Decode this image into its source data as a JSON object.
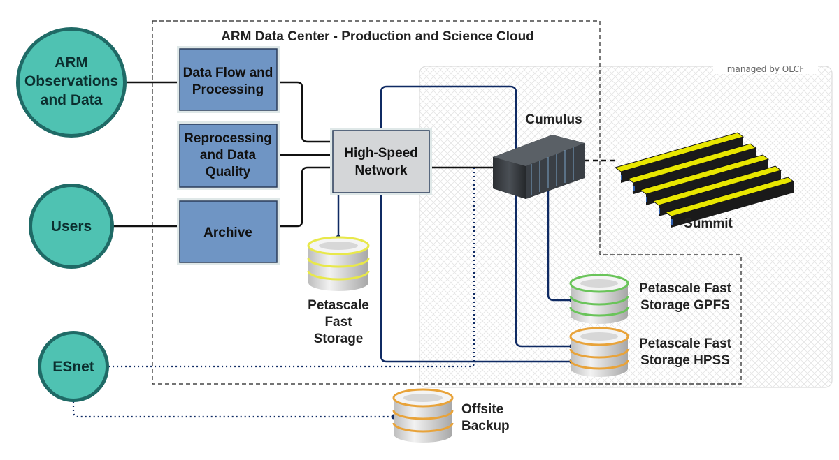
{
  "title": "ARM Data Center - Production and Science Cloud",
  "managed_label": "managed by OLCF",
  "external": {
    "arm": [
      "ARM",
      "Observations",
      "and Data"
    ],
    "users": [
      "Users"
    ],
    "esnet": [
      "ESnet"
    ]
  },
  "processing": {
    "data_flow": [
      "Data Flow and",
      "Processing"
    ],
    "reprocessing": [
      "Reprocessing",
      "and Data",
      "Quality"
    ],
    "archive": [
      "Archive"
    ]
  },
  "network": [
    "High-Speed",
    "Network"
  ],
  "storage": {
    "petascale": [
      "Petascale",
      "Fast",
      "Storage"
    ],
    "gpfs": [
      "Petascale Fast",
      "Storage GPFS"
    ],
    "hpss": [
      "Petascale Fast",
      "Storage HPSS"
    ],
    "offsite": [
      "Offsite",
      "Backup"
    ]
  },
  "compute": {
    "cumulus": "Cumulus",
    "summit": "Summit"
  },
  "colors": {
    "circle_fill": "#4fc2b2",
    "circle_stroke": "#1f6a66",
    "process_box": "#6f95c4",
    "network_box": "#d4d6d8",
    "link_navy": "#0f2a63",
    "disk_yellow": "#e8e84a",
    "disk_green": "#6ac45a",
    "disk_orange": "#e8a33a"
  }
}
